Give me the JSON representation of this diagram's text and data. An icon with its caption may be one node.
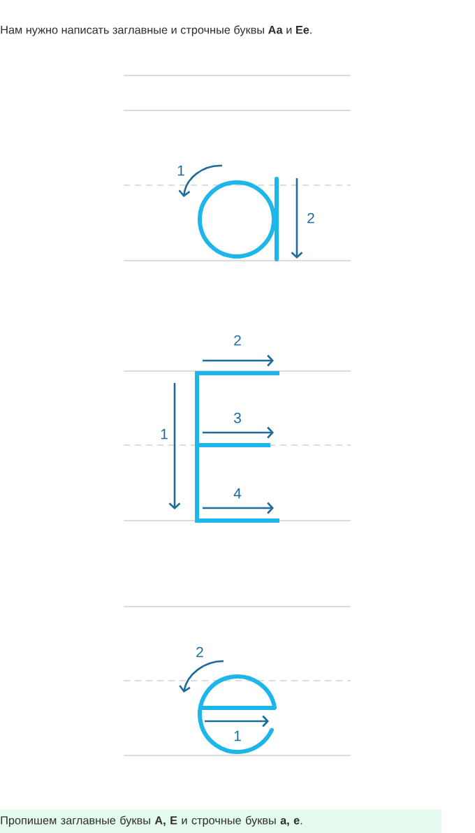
{
  "diagram": {
    "title": "Нам нужно написать заглавные и строчные буквы **Аа** и **Ее**.",
    "caption": "Пропишем заглавные буквы **А, Е** и строчные буквы **а, е**.",
    "labels": [
      "1",
      "2",
      "2",
      "1",
      "3",
      "4",
      "2",
      "1"
    ]
  }
}
